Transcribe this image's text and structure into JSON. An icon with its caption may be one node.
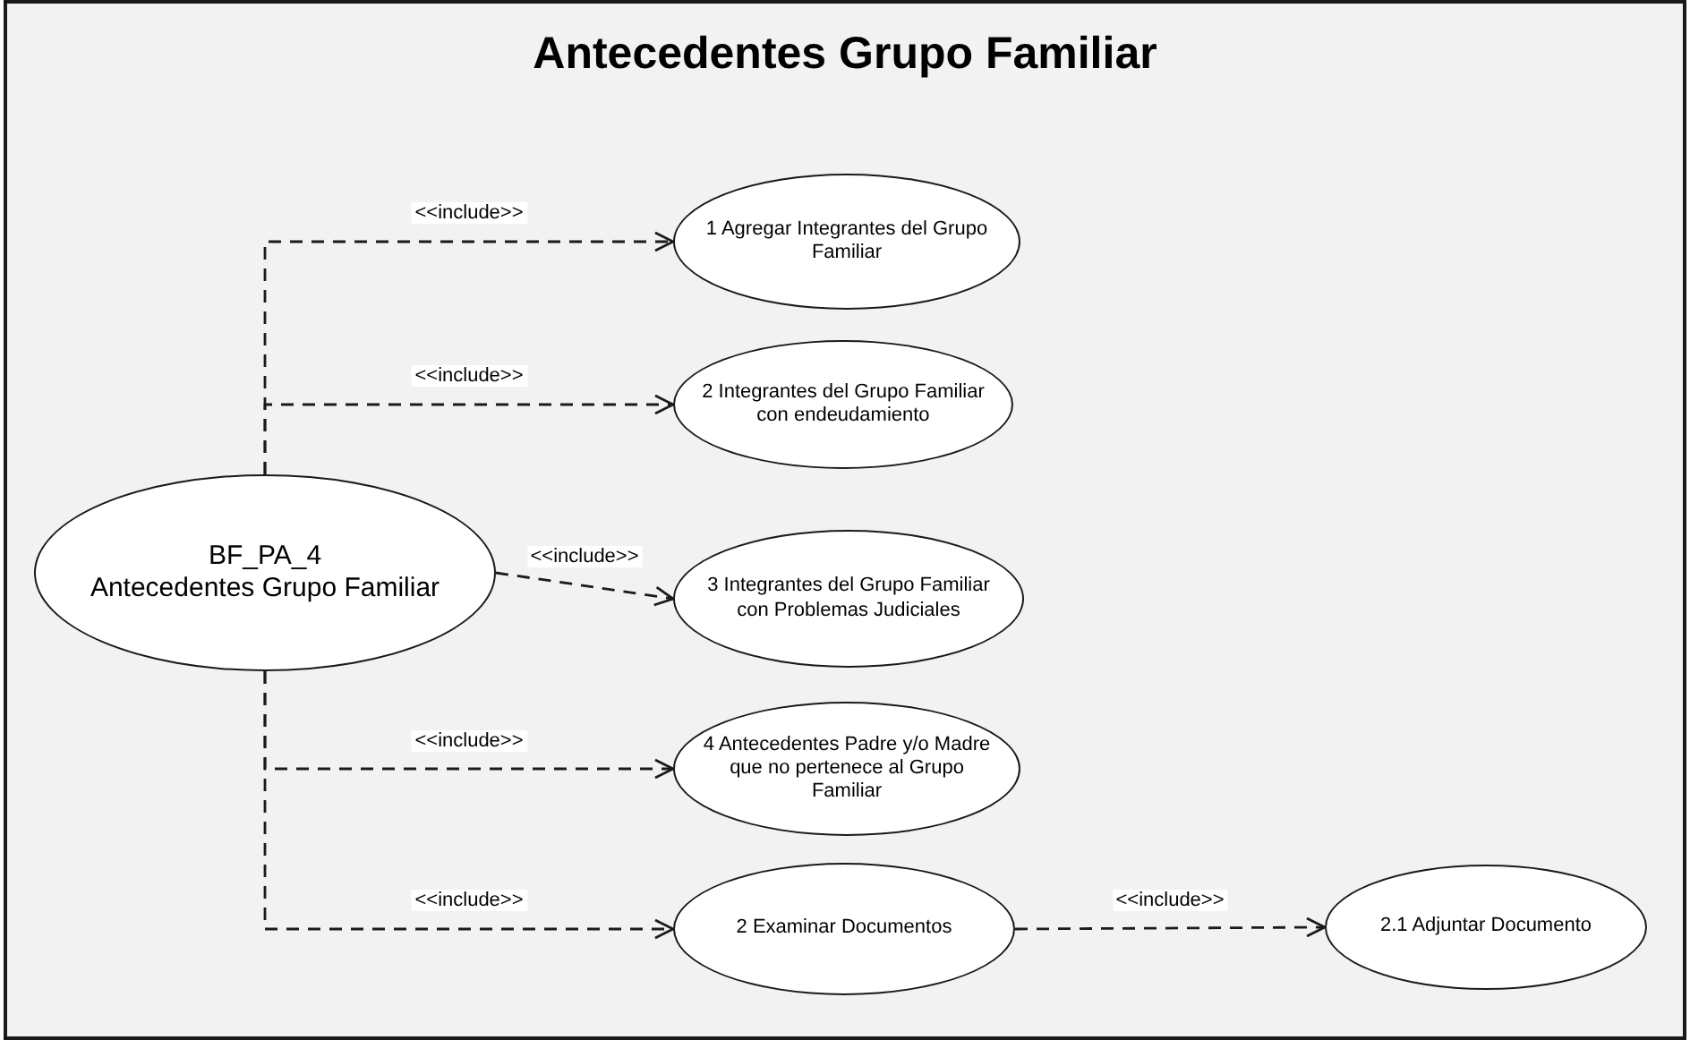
{
  "diagram": {
    "title": "Antecedentes Grupo Familiar",
    "nodes": [
      {
        "text": [
          "BF_PA_4",
          "Antecedentes Grupo Familiar"
        ]
      },
      {
        "text": [
          "1 Agregar Integrantes del Grupo Familiar"
        ]
      },
      {
        "text": [
          "2 Integrantes del Grupo Familiar con endeudamiento"
        ]
      },
      {
        "text": [
          "3 Integrantes del Grupo Familiar con Problemas Judiciales"
        ]
      },
      {
        "text": [
          "4 Antecedentes Padre y/o Madre que no pertenece al Grupo Familiar"
        ]
      },
      {
        "text": [
          "2 Examinar Documentos"
        ]
      },
      {
        "text": [
          "2.1 Adjuntar Documento"
        ]
      }
    ],
    "edges": [
      {
        "from": 0,
        "to": 1,
        "arrow": "to",
        "label": "<<include>>",
        "style": "dashed"
      },
      {
        "from": 0,
        "to": 2,
        "arrow": "to",
        "label": "<<include>>",
        "style": "dashed"
      },
      {
        "from": 0,
        "to": 3,
        "arrow": "to",
        "label": "<<include>>",
        "style": "dashed"
      },
      {
        "from": 0,
        "to": 4,
        "arrow": "to",
        "label": "<<include>>",
        "style": "dashed"
      },
      {
        "from": 0,
        "to": 5,
        "arrow": "to",
        "label": "<<include>>",
        "style": "dashed"
      },
      {
        "from": 5,
        "to": 6,
        "arrow": "to",
        "label": "<<include>>",
        "style": "dashed"
      }
    ]
  }
}
